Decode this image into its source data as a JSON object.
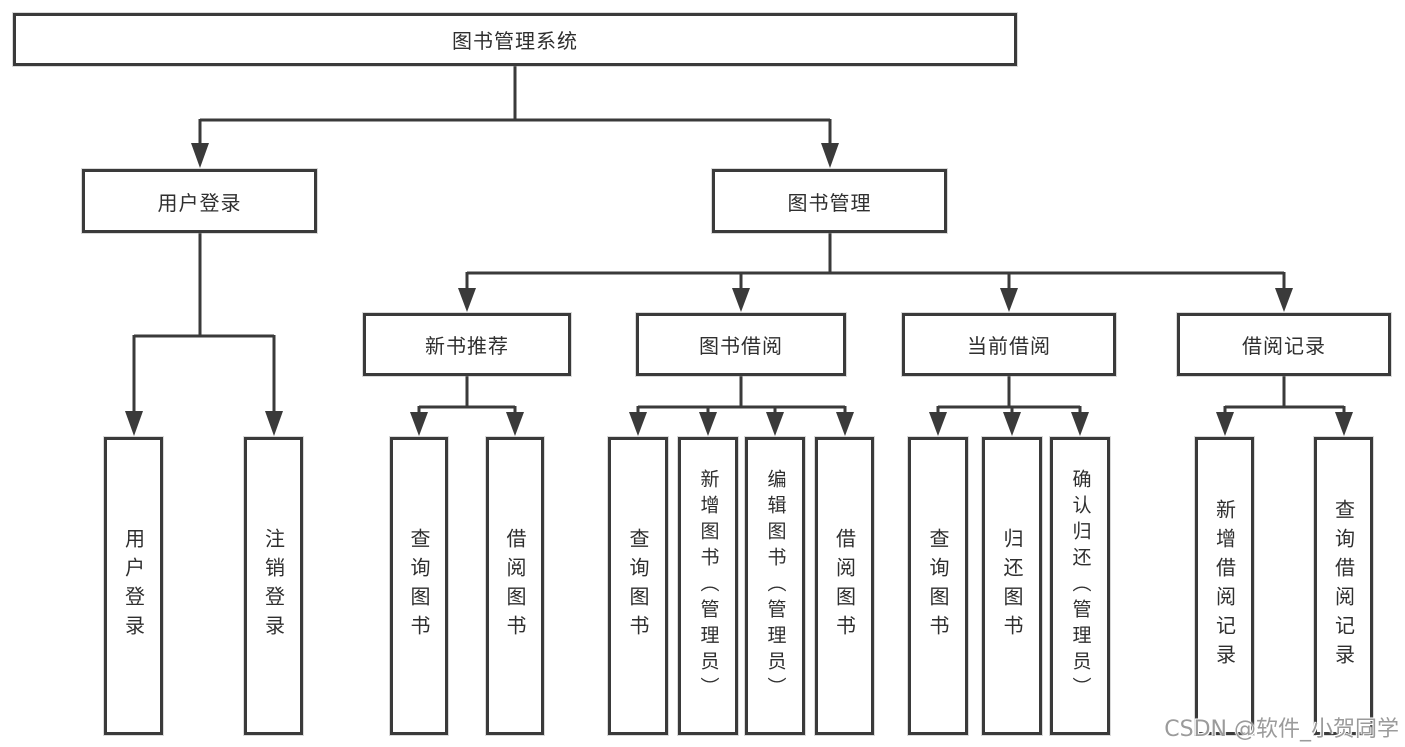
{
  "diagram": {
    "root": {
      "label": "图书管理系统"
    },
    "level2": [
      {
        "id": "user-login",
        "label": "用户登录"
      },
      {
        "id": "book-management",
        "label": "图书管理"
      }
    ],
    "level3": [
      {
        "id": "new-book-recommend",
        "label": "新书推荐"
      },
      {
        "id": "book-borrow",
        "label": "图书借阅"
      },
      {
        "id": "current-borrow",
        "label": "当前借阅"
      },
      {
        "id": "borrow-records",
        "label": "借阅记录"
      }
    ],
    "leaves": {
      "user_login": [
        {
          "label": "用户登录"
        },
        {
          "label": "注销登录"
        }
      ],
      "new_book_recommend": [
        {
          "label": "查询图书"
        },
        {
          "label": "借阅图书"
        }
      ],
      "book_borrow": [
        {
          "label": "查询图书"
        },
        {
          "label": "新增图书（管理员）"
        },
        {
          "label": "编辑图书（管理员）"
        },
        {
          "label": "借阅图书"
        }
      ],
      "current_borrow": [
        {
          "label": "查询图书"
        },
        {
          "label": "归还图书"
        },
        {
          "label": "确认归还（管理员）"
        }
      ],
      "borrow_records": [
        {
          "label": "新增借阅记录"
        },
        {
          "label": "查询借阅记录"
        }
      ]
    },
    "watermark": "CSDN @软件_小贺同学"
  },
  "colors": {
    "line": "#3a3a3a",
    "box_border": "#3a3a3a",
    "box_fill": "#ffffff",
    "text": "#2f2f2f",
    "watermark": "#9b9b9b",
    "background": "#ffffff"
  }
}
